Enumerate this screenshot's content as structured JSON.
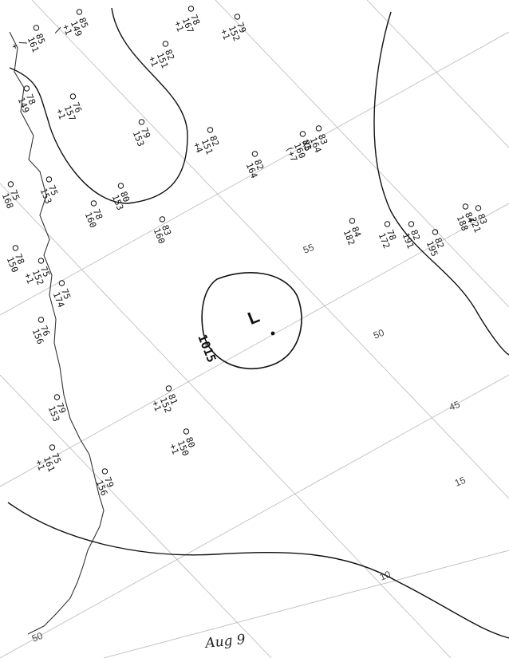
{
  "map": {
    "date_label": "Aug 9",
    "low_center": {
      "symbol": "L",
      "pressure": "1015"
    },
    "grid_labels": [
      "55",
      "50",
      "45",
      "15",
      "10",
      "50"
    ],
    "stations": [
      {
        "values": [
          "85",
          "149",
          "+1",
          "\\"
        ]
      },
      {
        "values": [
          "85",
          "161",
          "/",
          "+"
        ]
      },
      {
        "values": [
          "78",
          "167",
          "+1"
        ]
      },
      {
        "values": [
          "79",
          "152",
          "+1"
        ]
      },
      {
        "values": [
          "82",
          "151",
          "+1"
        ]
      },
      {
        "values": [
          "78",
          "149"
        ]
      },
      {
        "values": [
          "76",
          "157",
          "+1"
        ]
      },
      {
        "values": [
          "79",
          "153"
        ]
      },
      {
        "values": [
          "82",
          "151",
          "+4"
        ]
      },
      {
        "values": [
          "82",
          "164"
        ]
      },
      {
        "values": [
          "82",
          "160",
          "(+7"
        ]
      },
      {
        "values": [
          "83",
          "164",
          "X5"
        ]
      },
      {
        "values": [
          "80",
          "153"
        ]
      },
      {
        "values": [
          "84",
          "182"
        ]
      },
      {
        "values": [
          "78",
          "172"
        ]
      },
      {
        "values": [
          "75",
          "153"
        ]
      },
      {
        "values": [
          "78",
          "160"
        ]
      },
      {
        "values": [
          "83",
          "160"
        ]
      },
      {
        "values": [
          "75",
          "168"
        ]
      },
      {
        "values": [
          "78",
          "150"
        ]
      },
      {
        "values": [
          "75",
          "152",
          "+1"
        ]
      },
      {
        "values": [
          "75",
          "174"
        ]
      },
      {
        "values": [
          "76",
          "156"
        ]
      },
      {
        "values": [
          "79",
          "153"
        ]
      },
      {
        "values": [
          "75",
          "161",
          "+1"
        ]
      },
      {
        "values": [
          "79",
          "156"
        ]
      },
      {
        "values": [
          "81",
          "152",
          "+1"
        ]
      },
      {
        "values": [
          "80",
          "150",
          "+1"
        ]
      },
      {
        "values": [
          "82",
          "191"
        ]
      },
      {
        "values": [
          "82",
          "195"
        ]
      },
      {
        "values": [
          "84",
          "188"
        ]
      },
      {
        "values": [
          "83",
          "221"
        ]
      }
    ]
  }
}
